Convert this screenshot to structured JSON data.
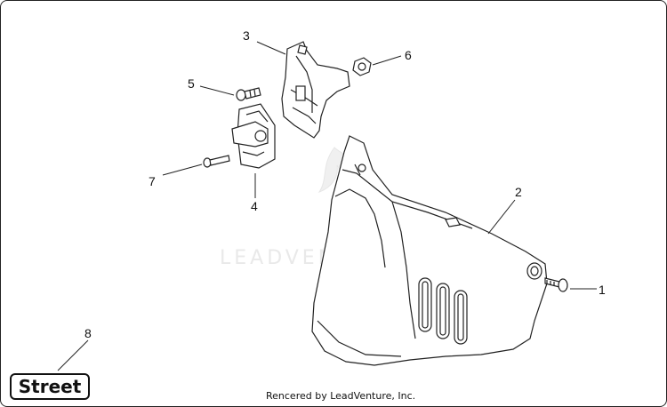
{
  "diagram": {
    "callouts": [
      "1",
      "2",
      "3",
      "4",
      "5",
      "6",
      "7",
      "8"
    ],
    "watermark": "LEADVENTURE",
    "logo_text": "Street",
    "footer": "Rencered by LeadVenture, Inc."
  },
  "colors": {
    "line": "#222222",
    "watermark": "#e9e9e9"
  }
}
